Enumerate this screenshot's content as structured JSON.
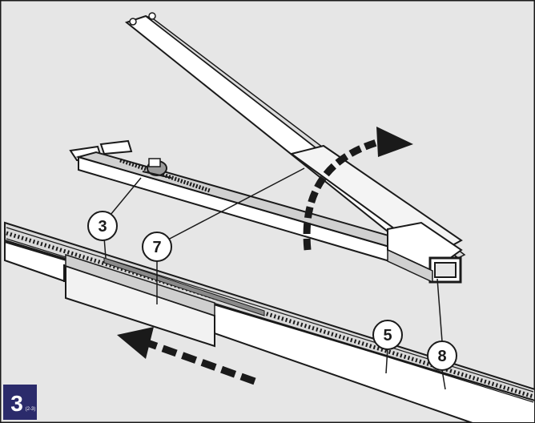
{
  "step": {
    "number": "3",
    "sub_label": "(2-3)"
  },
  "callouts": [
    {
      "id": "callout-3",
      "label": "3"
    },
    {
      "id": "callout-7",
      "label": "7"
    },
    {
      "id": "callout-5",
      "label": "5"
    },
    {
      "id": "callout-8",
      "label": "8"
    }
  ],
  "colors": {
    "background": "#e6e6e6",
    "outline": "#1a1a1a",
    "part_fill": "#ffffff",
    "shade": "#bdbdbd",
    "badge": "#2b2b6b",
    "badge_text": "#ffffff"
  },
  "icons": {
    "rotate_arrow": "curved-arrow-icon",
    "slide_arrow": "dashed-left-arrow-icon"
  }
}
